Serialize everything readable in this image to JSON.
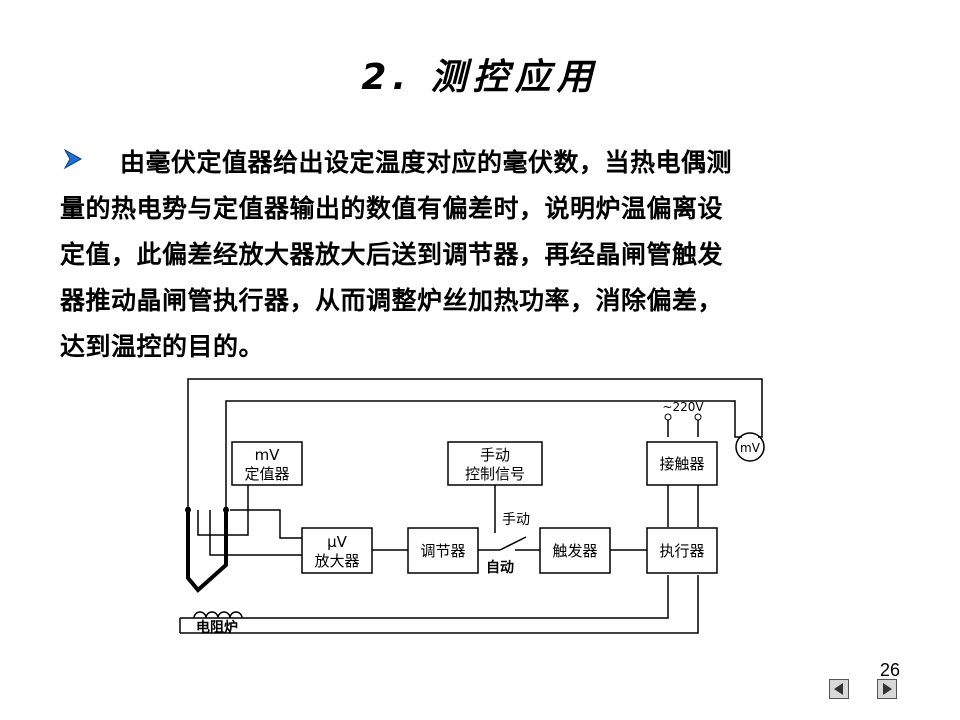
{
  "slide": {
    "title": "2. 测控应用",
    "paragraph_lines": [
      "由毫伏定值器给出设定温度对应的毫伏数，当热电偶测",
      "量的热电势与定值器输出的数值有偏差时，说明炉温偏离设",
      "定值，此偏差经放大器放大后送到调节器，再经晶闸管触发",
      "器推动晶闸管执行器，从而调整炉丝加热功率，消除偏差，",
      "达到温控的目的。"
    ],
    "page_number": "26"
  },
  "diagram": {
    "mv_setter": {
      "line1": "mV",
      "line2": "定值器"
    },
    "amplifier": {
      "line1": "μV",
      "line2": "放大器"
    },
    "manual_control": {
      "line1": "手动",
      "line2": "控制信号"
    },
    "regulator": "调节器",
    "trigger": "触发器",
    "contactor": "接触器",
    "actuator": "执行器",
    "meter": "mV",
    "supply": "~220V",
    "switch_manual": "手动",
    "switch_auto": "自动",
    "furnace": "电阻炉"
  },
  "icons": {
    "bullet": "arrow-bullet-icon",
    "nav_prev": "prev-slide-icon",
    "nav_next": "next-slide-icon"
  },
  "colors": {
    "bullet_fill": "#1d6fd0",
    "nav_button": "#d8d8d8"
  }
}
